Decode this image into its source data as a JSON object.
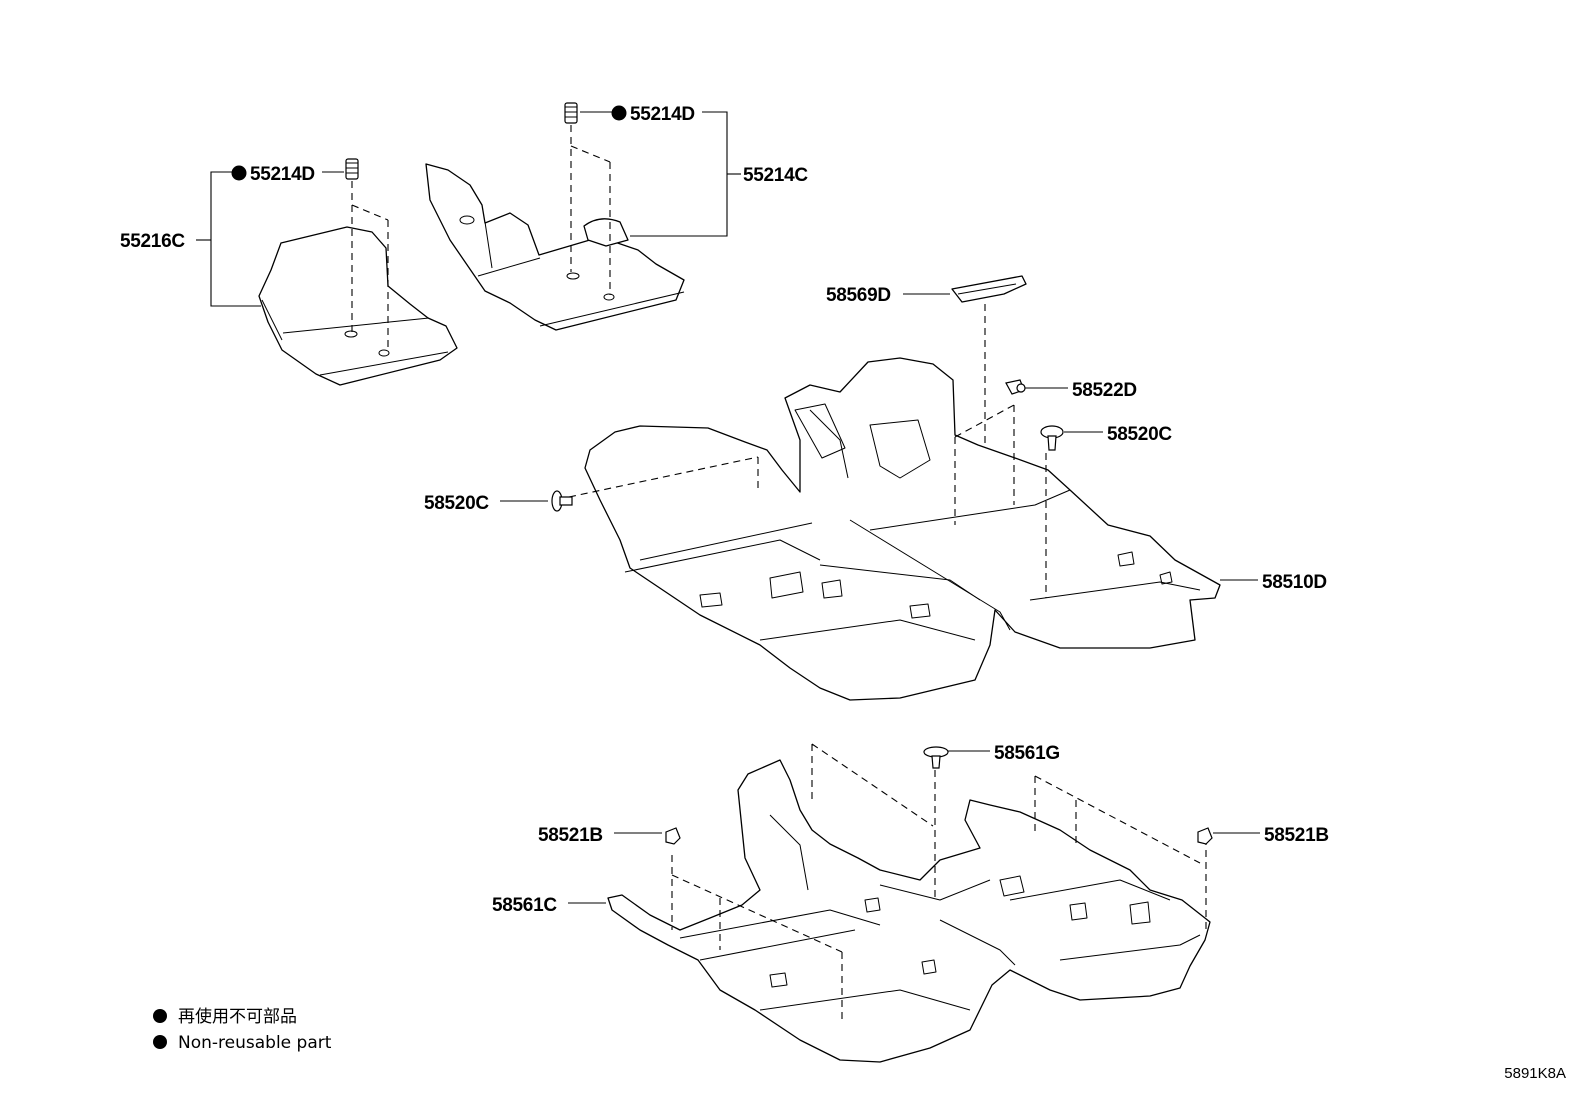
{
  "callouts": {
    "c1": "55214D",
    "c2": "55214D",
    "c3": "55214C",
    "c4": "55216C",
    "c5": "58569D",
    "c6": "58522D",
    "c7": "58520C",
    "c8": "58520C",
    "c9": "58510D",
    "c10": "58561G",
    "c11": "58521B",
    "c12": "58521B",
    "c13": "58561C"
  },
  "legend": {
    "line1": "再使用不可部品",
    "line2": "Non-reusable part"
  },
  "diagram_code": "5891K8A"
}
